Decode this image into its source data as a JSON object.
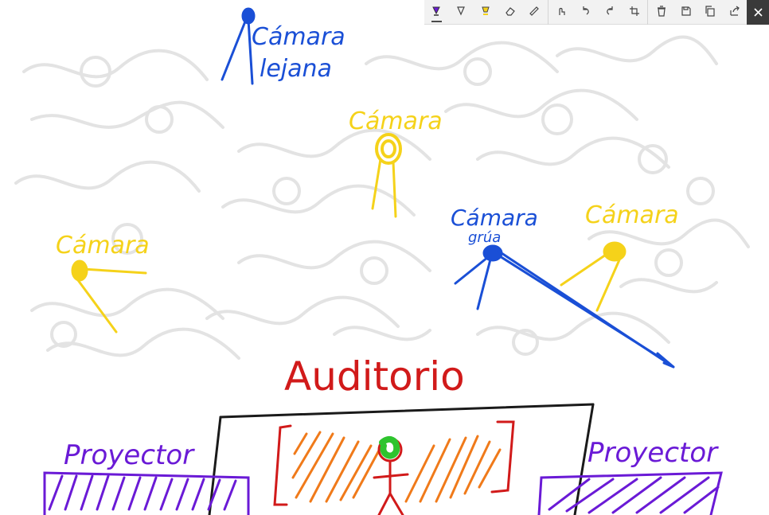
{
  "labels": {
    "camara_lejana_line1": "Cámara",
    "camara_lejana_line2": "lejana",
    "camara_top": "Cámara",
    "camara_left": "Cámara",
    "camara_grua_line1": "Cámara",
    "camara_grua_line2": "grúa",
    "camara_right": "Cámara",
    "auditorio": "Auditorio",
    "proyector_left": "Proyector",
    "proyector_right": "Proyector"
  },
  "toolbar": {
    "tools": [
      {
        "icon": "ballpoint-pen-icon",
        "active": true
      },
      {
        "icon": "pencil-icon"
      },
      {
        "icon": "highlighter-icon"
      },
      {
        "icon": "eraser-icon"
      },
      {
        "icon": "ruler-icon"
      },
      {
        "icon": "touch-writing-icon"
      },
      {
        "icon": "undo-icon"
      },
      {
        "icon": "redo-icon"
      },
      {
        "icon": "crop-icon"
      },
      {
        "icon": "delete-icon"
      },
      {
        "icon": "save-icon"
      },
      {
        "icon": "copy-icon"
      },
      {
        "icon": "share-icon"
      },
      {
        "icon": "close-icon"
      }
    ]
  },
  "colors": {
    "blue_ink": "#1a4fd6",
    "yellow_ink": "#f5d21a",
    "red_ink": "#d11a1a",
    "orange_ink": "#f07a1a",
    "purple_ink": "#6a1ad6",
    "green_ink": "#2ec42e",
    "black_ink": "#1a1a1a"
  }
}
